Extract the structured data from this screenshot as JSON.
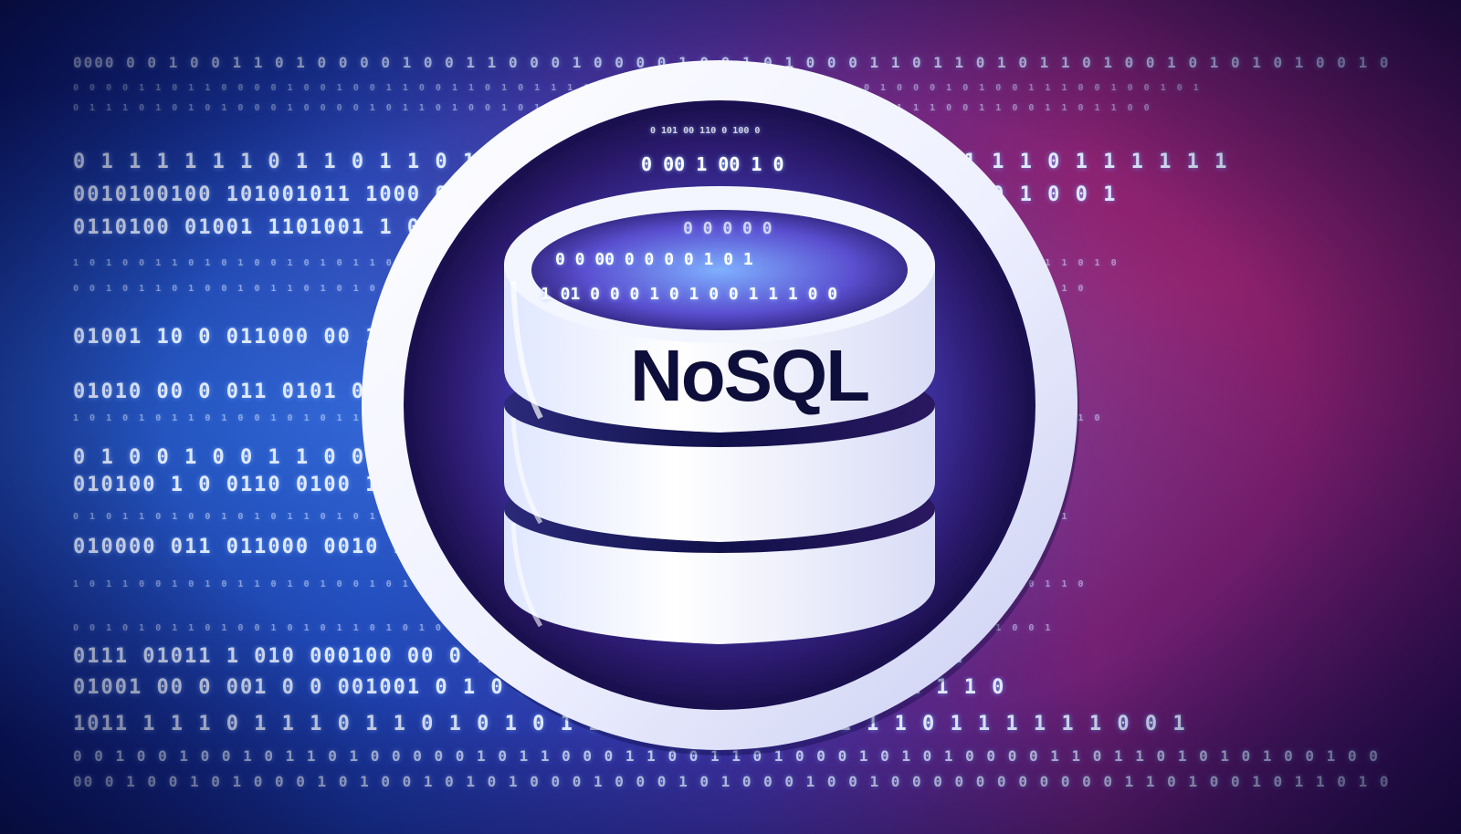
{
  "logo": {
    "text": "NoSQL",
    "shape": "database-cylinder-icon",
    "ring": "circle-ring-icon"
  },
  "colors": {
    "left_glow": "#2f6cff",
    "right_glow": "#b3205f",
    "ring": "#f2f4ff",
    "cylinder": "#eef2ff",
    "text": "#0e0e3a"
  },
  "binary_rows": [
    {
      "kind": "mid",
      "text": "0000 0 0 1 0 0 1 1 0 1 0 0 0 0 1 0 0 1 1 0 0 0 1 0 0 0 0 1 0 0 1 0 1 0 0 0 1 1 0 1 1 0 1 0 1 1 0 1 0 0 1 0 1 0 1 0 1 0 0 1 0 1 0 0 0 1 0 1 0 0 0 0 0"
    },
    {
      "kind": "small",
      "text": "0 0 0 0 1 1 0 1 1 0 0 0 0 1 0 0 1 0 0 1 1 0 0 1 1 0 1 0 1 1 1 0 0 1 1 1 1 0 1 0 1 0 1 0 0 1 0 1 0 1 0 0 0 1 0 1 0 0 1 1 1 0 0 1 0 0 1 0 1"
    },
    {
      "kind": "small",
      "text": "0 1 1 1 0 1 0 1 0 1 0 0 0 1 0 0 0 0 1 0 1 1 0 1 0 0 1 0 1 1 0 1 0 1 1 0 1 0 1 1 1 0 1 0 1 1 0 0 1 0 1 1 1 0 0 1 1 0 0 1 1 0 1 1 0 0"
    },
    {
      "kind": "big",
      "text": "0 1 1 1 1 1 1 0 1 1 0 1 1 0 1 0 1 0 1 0 1 1 1 1 0 1 1 1 1 0 1 0 1 1 1 0 1 1 1 1 1 1"
    },
    {
      "kind": "big",
      "text": "0010100100 101001011 1000 0 1 1 0 0 1 0 1 1 0 0 0 0 0 0 0 1 1 0 0 0 1 0 0 1"
    },
    {
      "kind": "big",
      "text": "0110100 01001 1101001 1 0 1 0 1 0 1 0 0 0 0 1 1 0 0 1 1 0 1 1 0 0 1"
    },
    {
      "kind": "small",
      "text": "1 0 1 0 0 1 1 0 1 0 1 0 0 1 0 1 0 1 1 0 0 1 0 0 1 0 1 1 0 1 0 1 0 0 1 0 1 1 0 1 0 1 0 1 1 0 0 1 0 1 0 1 1 0 1 0 0 1 0 1 1 0 1 0"
    },
    {
      "kind": "small",
      "text": "0 0 1 0 1 1 0 1 0 0 1 0 1 1 0 1 0 1 0 0 1 1 0 1 0 1 0 1 1 0 1 0 0 1 0 1 1 0 0 1 0 1 1 0 1 0 0 1 1 0 1 0 0 1 0 1 1 0 1 0 1 0"
    },
    {
      "kind": "big",
      "text": "01001 10 0 011000 00 1 0 0 1 0 0 0 0 1 0 1 0 0 0 0 1 1"
    },
    {
      "kind": "big",
      "text": "01010 00 0 011 0101 00 0 1 1 0 1 0 0 1 1 1 0 1 1 0 0 1"
    },
    {
      "kind": "small",
      "text": "1 0 1 0 1 0 1 1 0 1 0 0 1 0 1 0 1 1 0 1 0 1 0 0 1 0 1 1 0 1 0 1 0 1 0 0 1 0 1 1 0 1 0 1 0 1 1 0 1 0 0 1 0 1 0 1 1 0 0 1 0 1 0"
    },
    {
      "kind": "big",
      "text": "0 1 0 0 1 0 0 1 1 0 0 1 0 0 1 0 1 0 0 1 0 0 0 1 1 1 0 1 1 1 0 0 1"
    },
    {
      "kind": "big",
      "text": "010100 1 0 0110 0100 1 1 1 0 1 0 0 0 0 1 1 1 0 0 1 0 0 1"
    },
    {
      "kind": "small",
      "text": "0 1 0 1 1 0 1 0 0 1 0 1 0 1 1 0 1 0 1 0 0 1 0 1 1 0 1 0 1 0 1 1 0 0 1 0 1 0 1 0 1 1 0 1 0 1 0 0 1 0 1 1 0 1 0 1 0 1 0 0 1"
    },
    {
      "kind": "big",
      "text": "010000 011 011000 0010 1 0 0 1 1 0 0 0 0 1 0 1 0 1 0 0 1"
    },
    {
      "kind": "small",
      "text": "1 0 1 1 0 0 1 0 1 0 1 1 0 1 0 1 0 0 1 0 1 1 0 1 0 1 0 1 0 0 1 0 1 1 0 1 0 1 0 1 1 0 0 1 0 1 0 1 0 1 1 0 1 0 0 1 0 1 0 1 1 0"
    },
    {
      "kind": "small",
      "text": "0 0 1 0 1 0 1 1 0 1 0 0 1 0 1 0 1 1 0 1 0 1 0 0 1 0 1 1 0 1 0 1 0 1 0 0 1 0 1 1 0 1 0 1 0 1 1 0 1 0 0 1 0 1 0 1 1 0 0 1"
    },
    {
      "kind": "big",
      "text": "0111 01011 1 010 000100 00 0 1 0 1 0 1 0 1 0 1 0 1 1 1 0 1 0 1 1"
    },
    {
      "kind": "big",
      "text": "01001 00 0 001 0 0 001001 0 1 0 0 0 0 1 0 1 0 0 1 1 0 1 1 0 1 1 1 0"
    },
    {
      "kind": "big",
      "text": "1011 1 1 1 0 1 1 1 0 1 1 0 1 0 1 0 1 1 1 1 0 1 0 1 1 1 1 1 1 0 1 1 1 1 1 1 0 0 1"
    },
    {
      "kind": "mid",
      "text": "0 0 1 0 0 1 0 0 1 0 1 1 0 1 0 0 0 0 0 1 0 1 1 0 0 0 1 1 0 0 1 1 0 1 0 0 0 1 0 1 0 1 0 0 0 0 1 1 0 1 1 0 1 0 1 0 1 0 0 1 0 0 0 1 1"
    },
    {
      "kind": "mid",
      "text": "00 0 1 0 0 1 0 1 0 0 0 1 0 1 0 0 1 0 1 0 1 0 0 0 1 0 0 0 1 0 1 0 0 0 1 0 0 1 0 0 0 0 0 0 0 0 0 0 0 1 1 0 1 0 0 1 0 1 1 0 1 0 1 0 0 1 1 0 1 0"
    }
  ],
  "inner_bits": [
    "0 101 00 110 0 100 0",
    "0 00 1 00 1    0",
    "0 0 0 0 0",
    "0 0 00     0 0 0 0 1 0 1",
    "1 01  0 0 0 1  0 1 0 0 1 1 1 0  0"
  ]
}
